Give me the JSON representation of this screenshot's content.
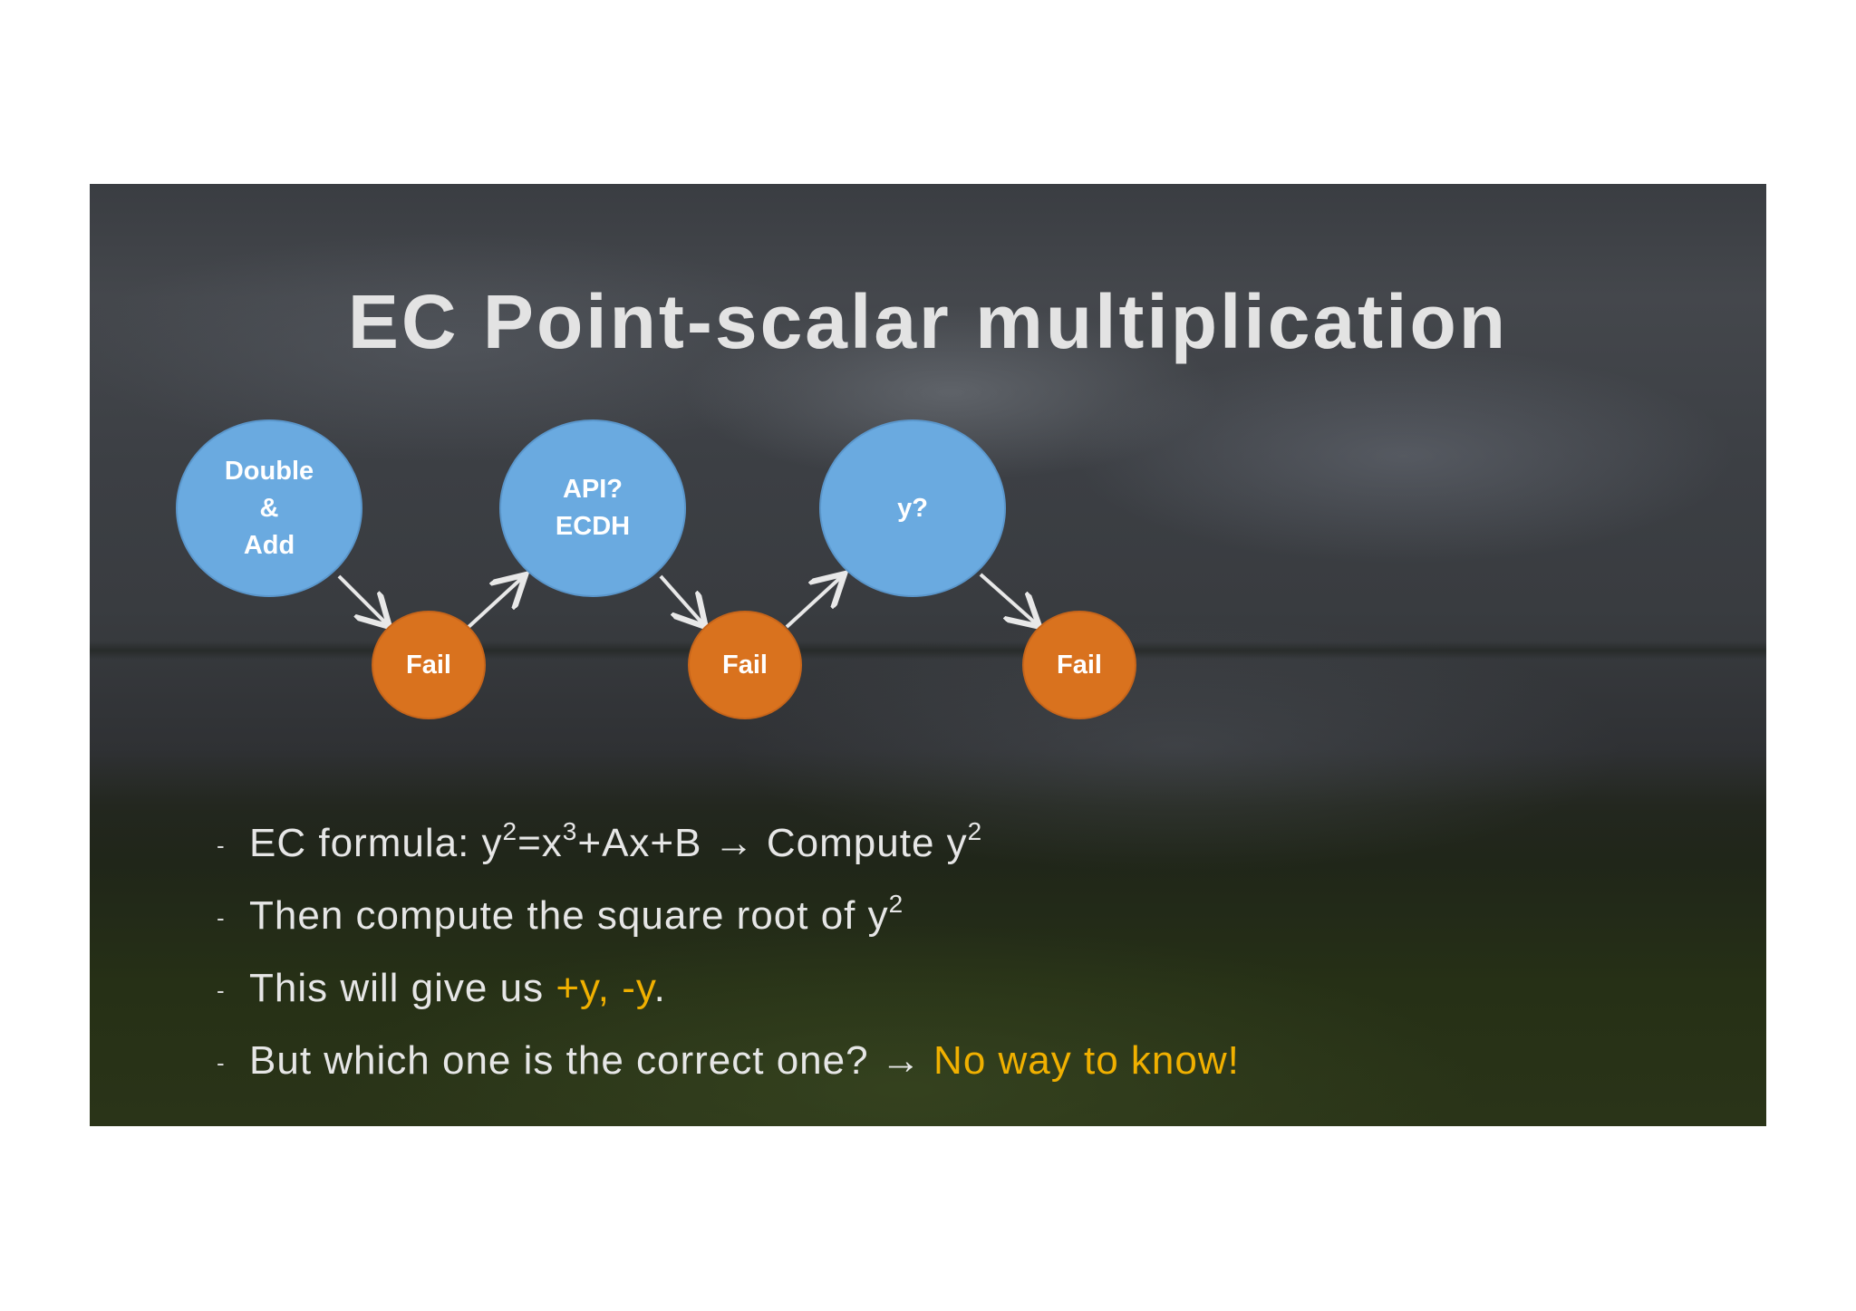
{
  "title": "EC Point-scalar multiplication",
  "colors": {
    "blue_node": "#6aaae0",
    "orange_node": "#d9721e",
    "highlight": "#f0b000",
    "text": "#e6e6e6"
  },
  "diagram": {
    "nodes": {
      "double_add": {
        "lines": [
          "Double",
          "&",
          "Add"
        ]
      },
      "api_ecdh": {
        "lines": [
          "API?",
          "ECDH"
        ]
      },
      "y": {
        "lines": [
          "y?"
        ]
      },
      "fail": "Fail"
    }
  },
  "bullets": [
    {
      "marker": "-",
      "parts": {
        "a": "EC formula: y",
        "a_sup": "2",
        "b": "=x",
        "b_sup": "3",
        "c": "+Ax+B → Compute y",
        "c_sup": "2"
      }
    },
    {
      "marker": "-",
      "parts": {
        "a": "Then compute the square root of y",
        "a_sup": "2"
      }
    },
    {
      "marker": "-",
      "parts": {
        "a": "This will give us ",
        "highlight": "+y, -y",
        "b": "."
      }
    },
    {
      "marker": "-",
      "parts": {
        "a": "But which one is the correct one? → ",
        "highlight": "No way to know!"
      }
    }
  ]
}
